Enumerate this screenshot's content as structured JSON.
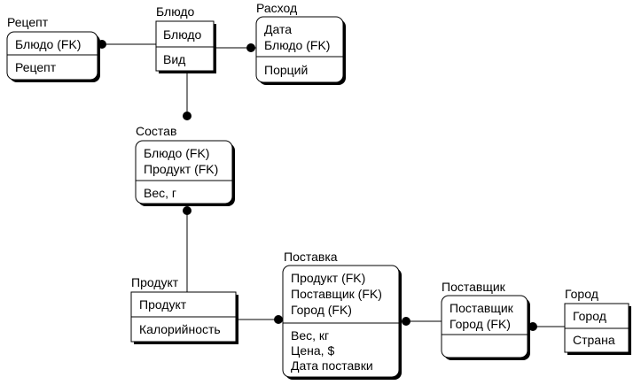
{
  "entities": {
    "recept": {
      "title": "Рецепт",
      "keys": [
        "Блюдо (FK)"
      ],
      "attrs": [
        "Рецепт"
      ]
    },
    "bludo": {
      "title": "Блюдо",
      "keys": [
        "Блюдо"
      ],
      "attrs": [
        "Вид"
      ]
    },
    "rashod": {
      "title": "Расход",
      "keys": [
        "Дата",
        "Блюдо (FK)"
      ],
      "attrs": [
        "Порций"
      ]
    },
    "sostav": {
      "title": "Состав",
      "keys": [
        "Блюдо (FK)",
        "Продукт (FK)"
      ],
      "attrs": [
        "Вес, г"
      ]
    },
    "produkt": {
      "title": "Продукт",
      "keys": [
        "Продукт"
      ],
      "attrs": [
        "Калорийность"
      ]
    },
    "postavka": {
      "title": "Поставка",
      "keys": [
        "Продукт (FK)",
        "Поставщик (FK)",
        "Город (FK)"
      ],
      "attrs": [
        "Вес, кг",
        "Цена, $",
        "Дата поставки"
      ]
    },
    "postavshik": {
      "title": "Поставщик",
      "keys": [
        "Поставщик",
        "Город (FK)"
      ],
      "attrs": []
    },
    "gorod": {
      "title": "Город",
      "keys": [
        "Город"
      ],
      "attrs": [
        "Страна"
      ]
    }
  }
}
